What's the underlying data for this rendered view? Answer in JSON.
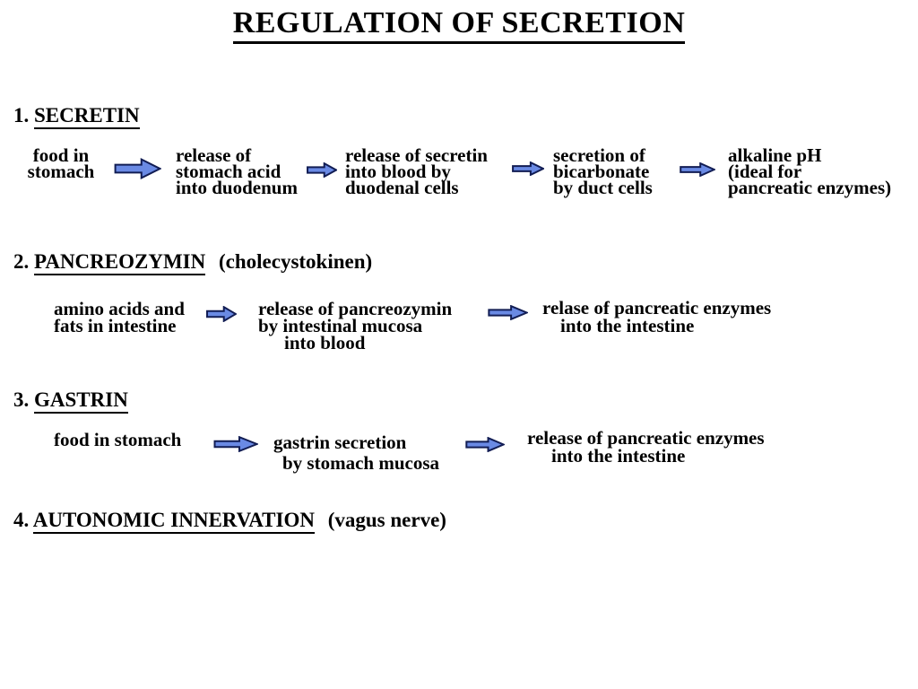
{
  "title": "REGULATION OF SECRETION",
  "colors": {
    "background": "#ffffff",
    "text": "#000000",
    "arrow_fill": "#6a8ae4",
    "arrow_stroke": "#121d54"
  },
  "icons": {
    "arrow": "right-block-arrow"
  },
  "sections": [
    {
      "number": "1.",
      "name": "SECRETIN",
      "suffix": "",
      "steps": [
        {
          "lines": [
            "food in",
            "stomach"
          ]
        },
        {
          "lines": [
            "release of",
            "stomach acid",
            "into duodenum"
          ]
        },
        {
          "lines": [
            "release of secretin",
            "into blood by",
            "duodenal cells"
          ]
        },
        {
          "lines": [
            "secretion of",
            "bicarbonate",
            "by duct cells"
          ]
        },
        {
          "lines": [
            "alkaline pH",
            "(ideal for",
            "pancreatic enzymes)"
          ]
        }
      ]
    },
    {
      "number": "2.",
      "name": "PANCREOZYMIN",
      "suffix": "(cholecystokinen)",
      "steps": [
        {
          "lines": [
            "amino acids and",
            "fats in intestine"
          ]
        },
        {
          "lines": [
            "release of pancreozymin",
            "by intestinal mucosa",
            "into blood"
          ]
        },
        {
          "lines": [
            "relase of pancreatic enzymes",
            "into the intestine"
          ]
        }
      ]
    },
    {
      "number": "3.",
      "name": "GASTRIN",
      "suffix": "",
      "steps": [
        {
          "lines": [
            "food in stomach"
          ]
        },
        {
          "lines": [
            "gastrin secretion",
            "by stomach mucosa"
          ]
        },
        {
          "lines": [
            "release of pancreatic enzymes",
            "into the intestine"
          ]
        }
      ]
    },
    {
      "number": "4.",
      "name": "AUTONOMIC INNERVATION",
      "suffix": "(vagus nerve)",
      "steps": []
    }
  ]
}
